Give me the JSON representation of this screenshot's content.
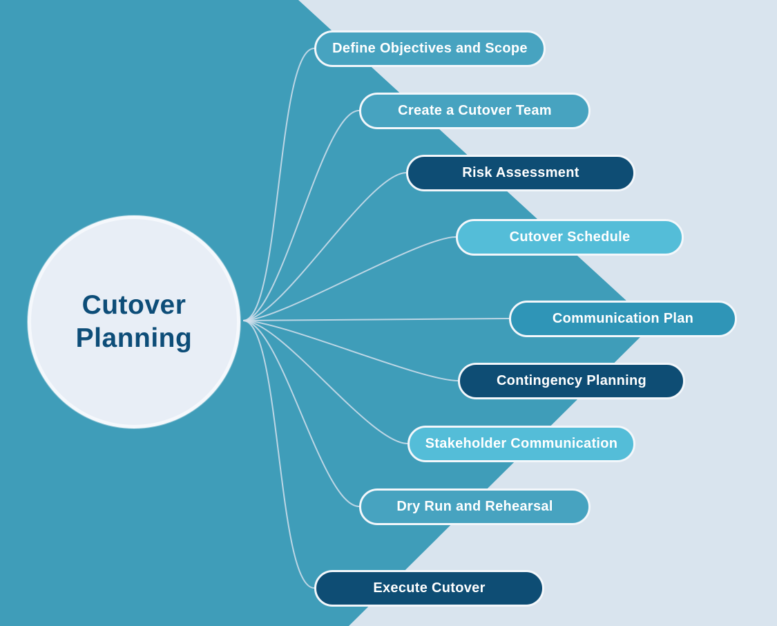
{
  "title": "Cutover Planning Mind Map",
  "colors": {
    "background_light": "#d9e4ee",
    "background_teal": "#3f9db9",
    "center_fill": "#e8eef6",
    "center_text": "#0d4d78",
    "pill_border": "#f3f7fb",
    "pill_text": "#ffffff",
    "connector": "#d3e1ec",
    "teal": "#47a3c0",
    "deep_teal": "#2f95b7",
    "navy": "#0e4d74",
    "cyan": "#54bdd8"
  },
  "center": {
    "label": "Cutover Planning"
  },
  "nodes": [
    {
      "label": "Define Objectives and Scope",
      "variant": "teal"
    },
    {
      "label": "Create a Cutover Team",
      "variant": "teal"
    },
    {
      "label": "Risk Assessment",
      "variant": "navy"
    },
    {
      "label": "Cutover Schedule",
      "variant": "cyan"
    },
    {
      "label": "Communication Plan",
      "variant": "deep_teal"
    },
    {
      "label": "Contingency Planning",
      "variant": "navy"
    },
    {
      "label": "Stakeholder Communication",
      "variant": "cyan"
    },
    {
      "label": "Dry Run and Rehearsal",
      "variant": "teal"
    },
    {
      "label": "Execute Cutover",
      "variant": "navy"
    }
  ]
}
